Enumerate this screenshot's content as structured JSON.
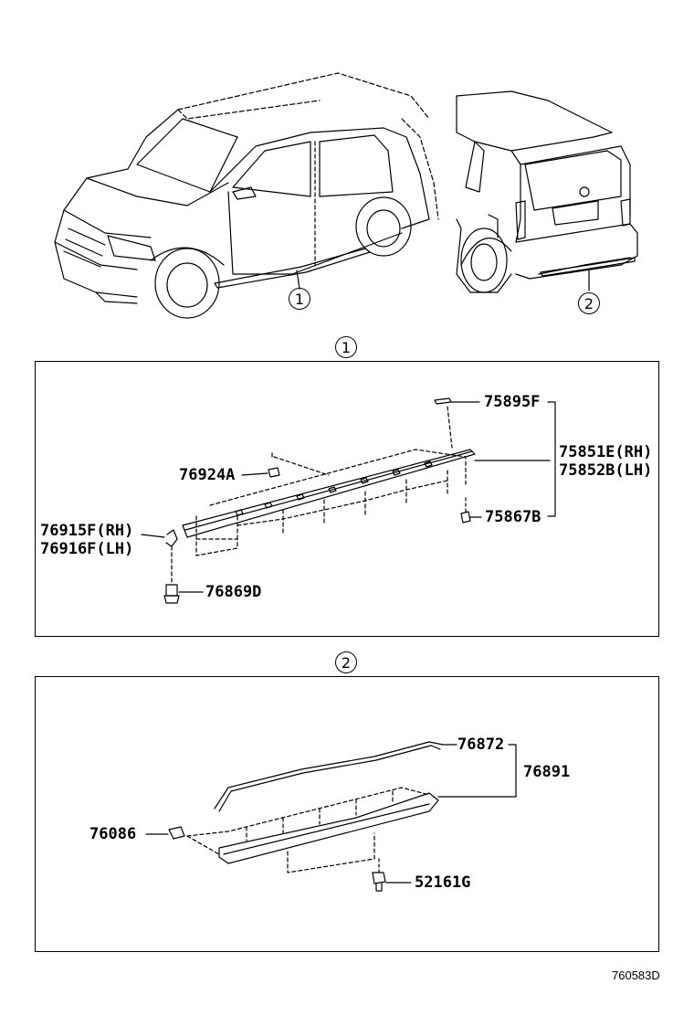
{
  "callouts": {
    "c1": "1",
    "c2": "2"
  },
  "section1": {
    "marker": "1",
    "labels": {
      "p75895F": "75895F",
      "p75851E": "75851E(RH)",
      "p75852B": "75852B(LH)",
      "p76924A": "76924A",
      "p76915F": "76915F(RH)",
      "p76916F": "76916F(LH)",
      "p75867B": "75867B",
      "p76869D": "76869D"
    }
  },
  "section2": {
    "marker": "2",
    "labels": {
      "p76872": "76872",
      "p76891": "76891",
      "p76086": "76086",
      "p52161G": "52161G"
    }
  },
  "drawing_code": "760583D"
}
